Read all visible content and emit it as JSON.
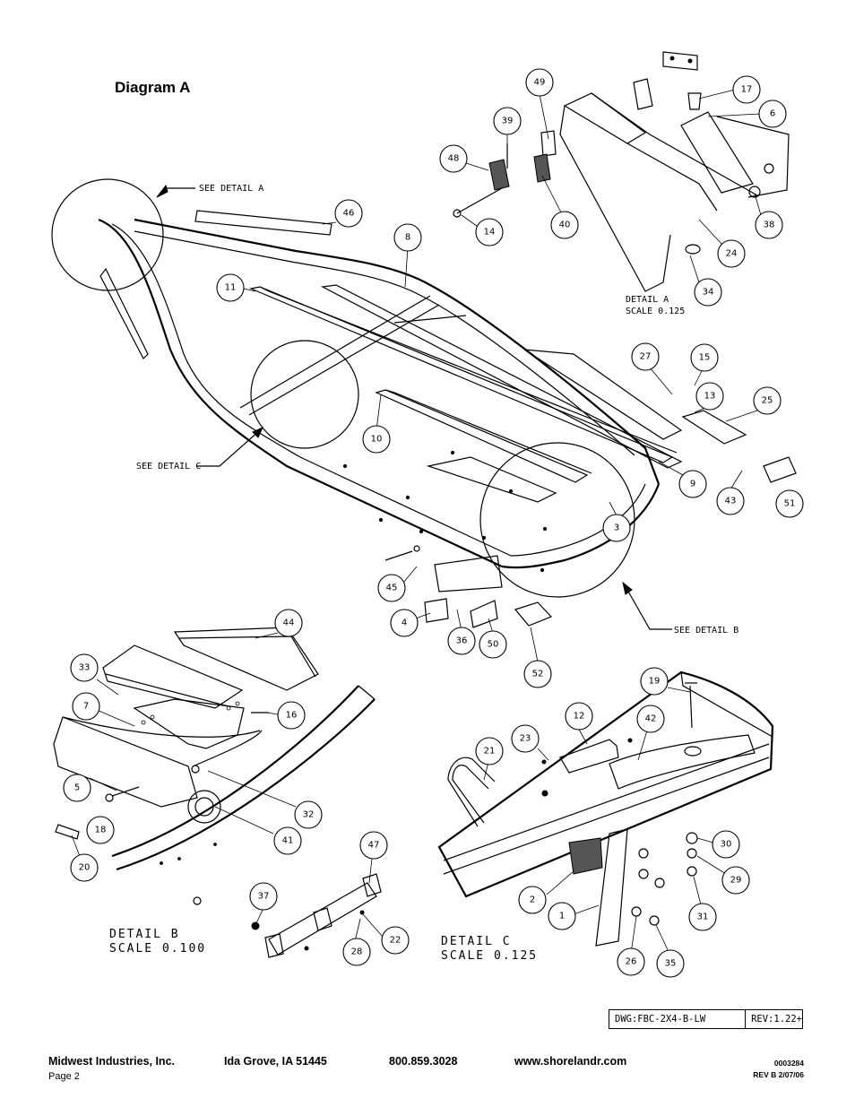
{
  "title": "Diagram A",
  "callouts": [
    {
      "id": "49"
    },
    {
      "id": "17"
    },
    {
      "id": "6"
    },
    {
      "id": "39"
    },
    {
      "id": "48"
    },
    {
      "id": "46"
    },
    {
      "id": "14"
    },
    {
      "id": "40"
    },
    {
      "id": "38"
    },
    {
      "id": "24"
    },
    {
      "id": "8"
    },
    {
      "id": "34"
    },
    {
      "id": "11"
    },
    {
      "id": "27"
    },
    {
      "id": "15"
    },
    {
      "id": "13"
    },
    {
      "id": "25"
    },
    {
      "id": "10"
    },
    {
      "id": "9"
    },
    {
      "id": "43"
    },
    {
      "id": "51"
    },
    {
      "id": "3"
    },
    {
      "id": "45"
    },
    {
      "id": "4"
    },
    {
      "id": "36"
    },
    {
      "id": "50"
    },
    {
      "id": "52"
    },
    {
      "id": "44"
    },
    {
      "id": "33"
    },
    {
      "id": "7"
    },
    {
      "id": "16"
    },
    {
      "id": "5"
    },
    {
      "id": "32"
    },
    {
      "id": "18"
    },
    {
      "id": "41"
    },
    {
      "id": "20"
    },
    {
      "id": "47"
    },
    {
      "id": "37"
    },
    {
      "id": "22"
    },
    {
      "id": "28"
    },
    {
      "id": "19"
    },
    {
      "id": "12"
    },
    {
      "id": "23"
    },
    {
      "id": "42"
    },
    {
      "id": "21"
    },
    {
      "id": "30"
    },
    {
      "id": "29"
    },
    {
      "id": "2"
    },
    {
      "id": "31"
    },
    {
      "id": "1"
    },
    {
      "id": "26"
    },
    {
      "id": "35"
    }
  ],
  "detail_refs": {
    "a": "SEE DETAIL  A",
    "b": "SEE DETAIL  B",
    "c": "SEE DETAIL  C"
  },
  "detail_labels": {
    "a_name": "DETAIL  A",
    "a_scale": "SCALE  0.125",
    "b_name": "DETAIL  B",
    "b_scale": "SCALE  0.100",
    "c_name": "DETAIL  C",
    "c_scale": "SCALE  0.125"
  },
  "drawing_box": {
    "dwg": "DWG:FBC-2X4-B-LW",
    "rev": "REV:1.22+"
  },
  "footer": {
    "company": "Midwest Industries, Inc.",
    "location": "Ida Grove, IA  51445",
    "phone": "800.859.3028",
    "website": "www.shorelandr.com",
    "page": "Page 2",
    "doc_number": "0003284",
    "revision": "REV  B  2/07/06"
  }
}
